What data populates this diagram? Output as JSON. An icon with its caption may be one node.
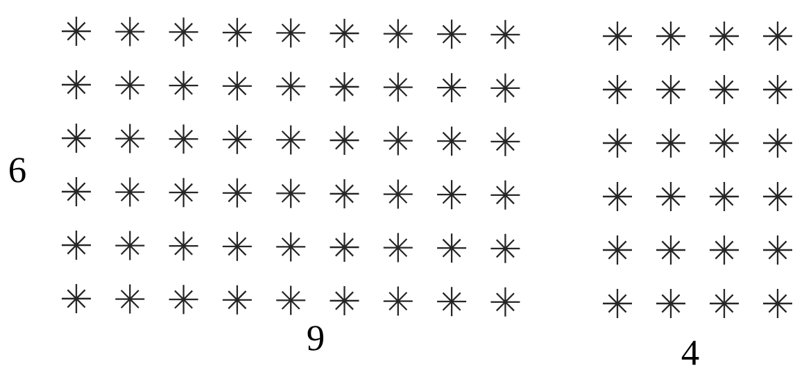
{
  "diagram": {
    "labels": [
      "6",
      "9",
      "4"
    ]
  }
}
